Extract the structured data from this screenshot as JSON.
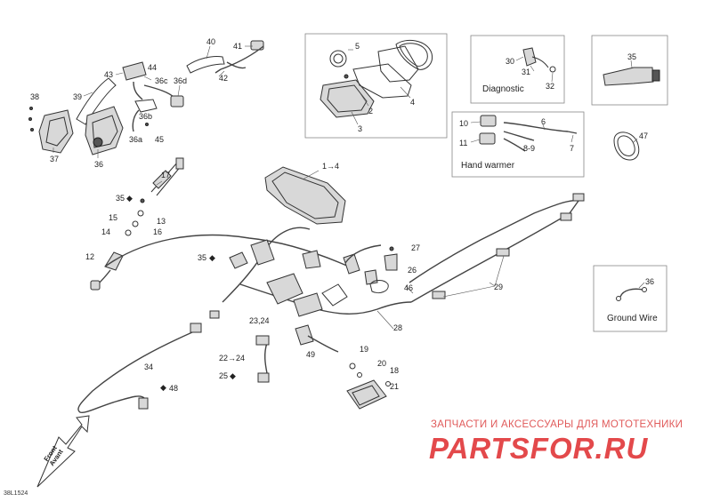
{
  "diagram": {
    "callouts": {
      "c40": "40",
      "c41": "41",
      "c42": "42",
      "c43": "43",
      "c44": "44",
      "c36c": "36c",
      "c36d": "36d",
      "c36b": "36b",
      "c36a": "36a",
      "c45": "45",
      "c38": "38",
      "c39": "39",
      "c37": "37",
      "c36": "36",
      "c5": "5",
      "c2": "2",
      "c3": "3",
      "c4": "4",
      "c30": "30",
      "c31": "31",
      "c32": "32",
      "c35box": "35",
      "c10": "10",
      "c11": "11",
      "c6": "6",
      "c89": "8-9",
      "c7": "7",
      "c47": "47",
      "c14range": "1→4",
      "c17": "17",
      "c35a": "35",
      "c15": "15",
      "c13": "13",
      "c14": "14",
      "c16": "16",
      "c12": "12",
      "c35b": "35",
      "c27": "27",
      "c26": "26",
      "c46": "46",
      "c29": "29",
      "c36gw": "36",
      "c2324": "23,24",
      "c22to24": "22→24",
      "c25": "25",
      "c49": "49",
      "c28": "28",
      "c19": "19",
      "c20": "20",
      "c18": "18",
      "c21": "21",
      "c34": "34",
      "c48": "48"
    },
    "captions": {
      "diagnostic": "Diagnostic",
      "hand_warmer": "Hand warmer",
      "ground_wire": "Ground Wire"
    },
    "front_label": [
      "Front",
      "Avant"
    ]
  },
  "watermark": {
    "tagline": "ЗАПЧАСТИ И АКСЕССУАРЫ ДЛЯ МОТОТЕХНИКИ",
    "logo": "PARTSFOR.RU",
    "color": "#e3494b"
  },
  "reference_code": "38L1524"
}
